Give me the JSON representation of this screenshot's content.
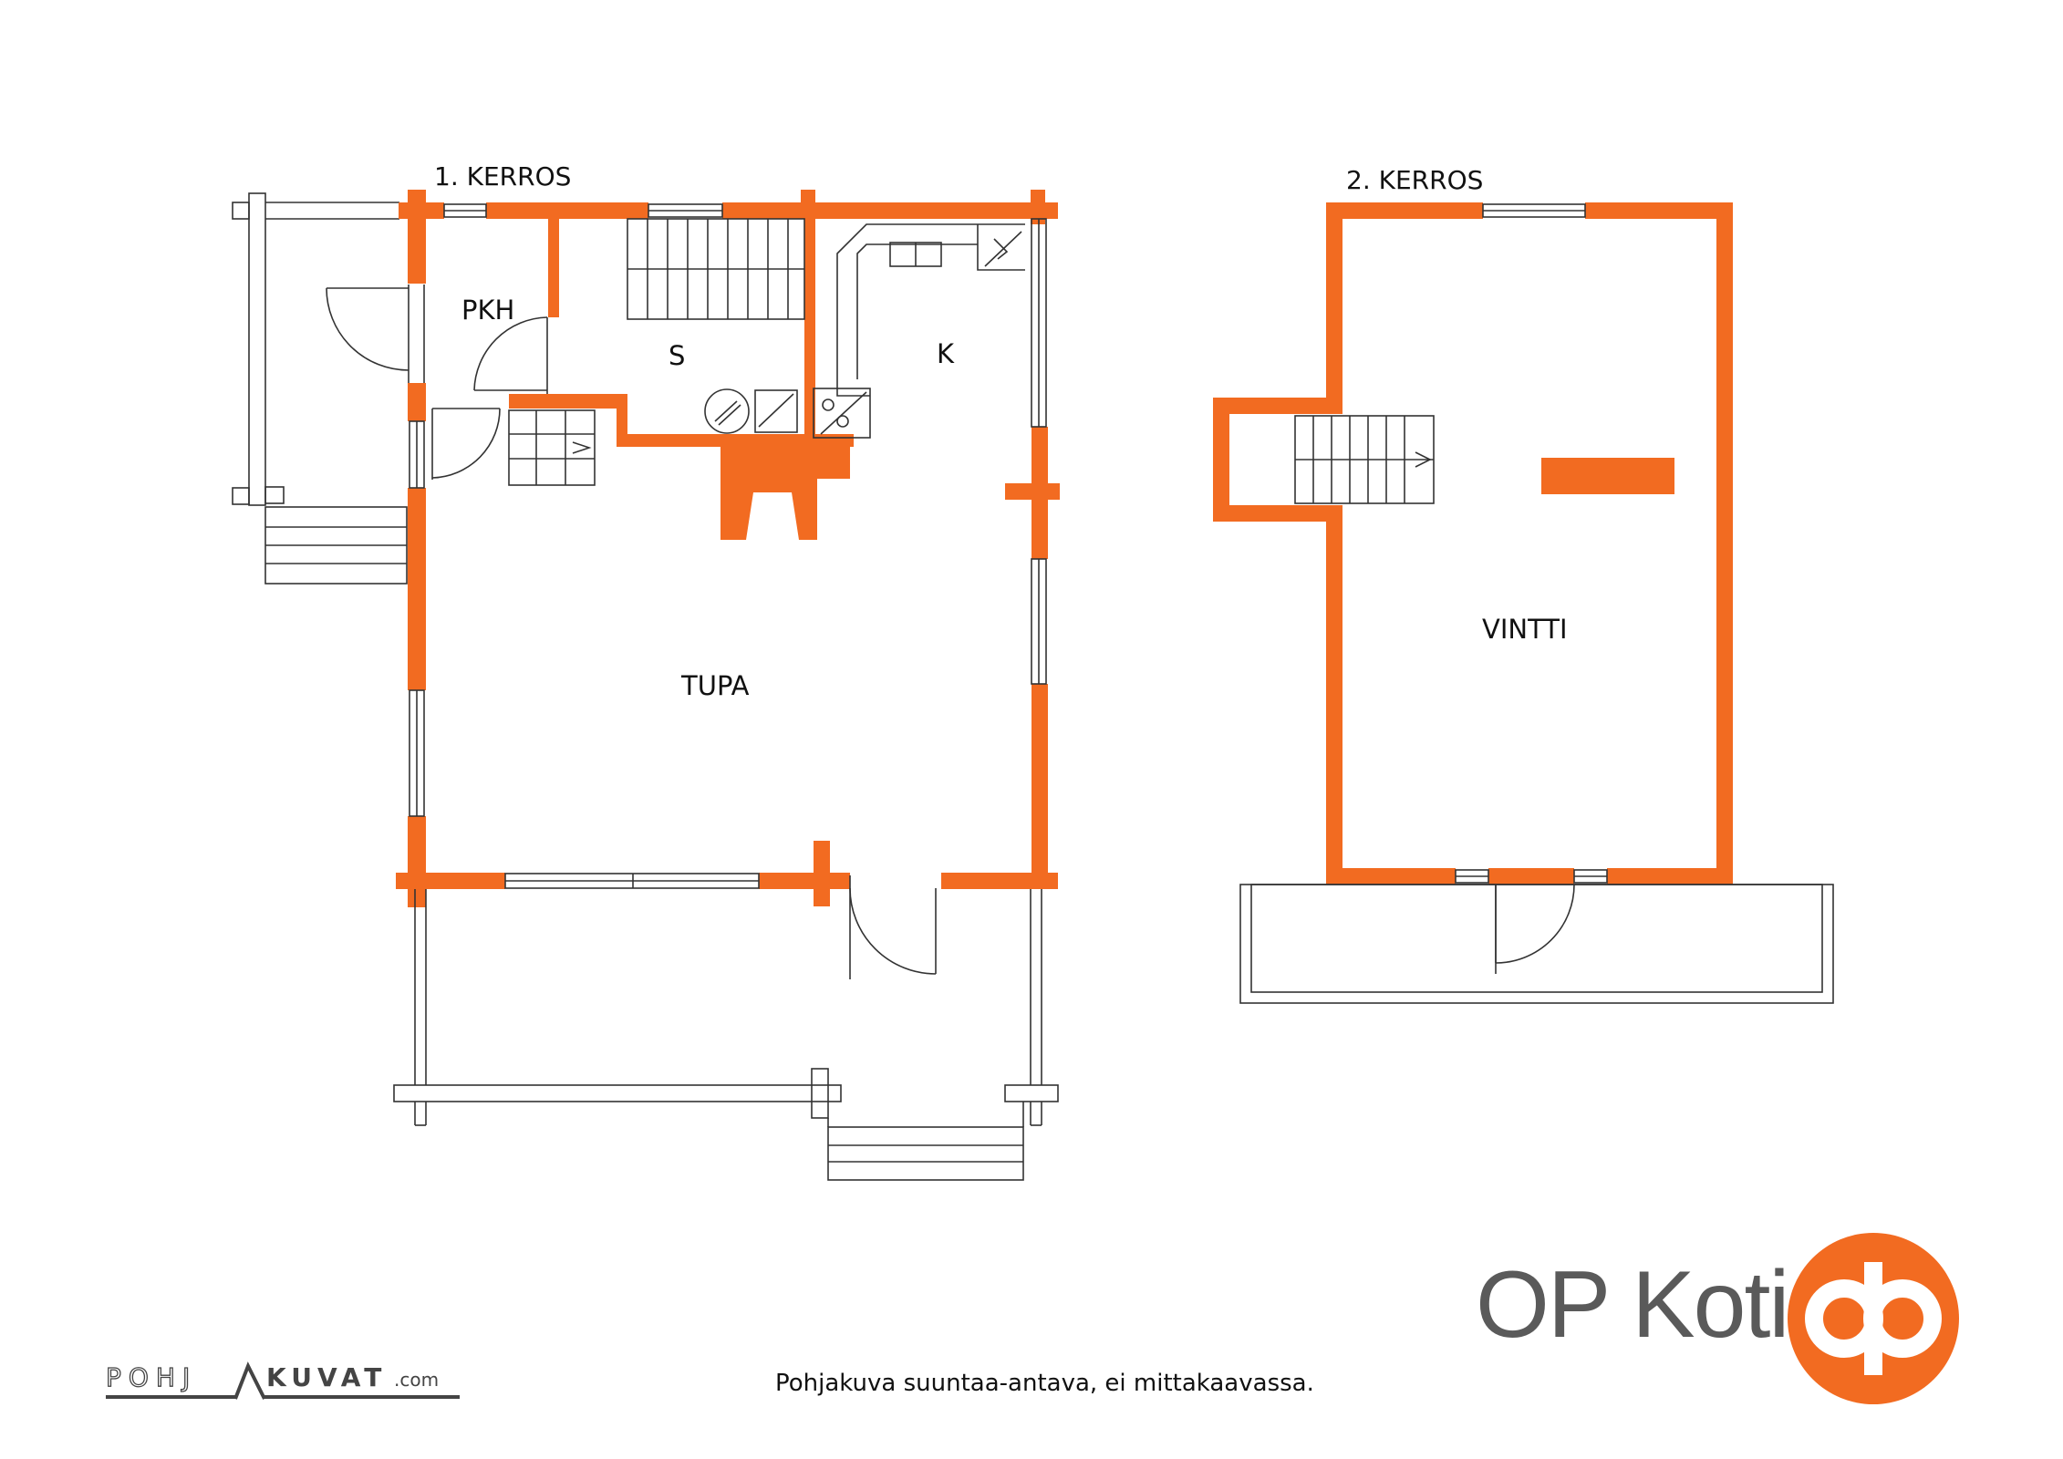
{
  "floors": [
    {
      "title": "1. KERROS",
      "rooms": [
        "PKH",
        "S",
        "K",
        "TUPA"
      ]
    },
    {
      "title": "2. KERROS",
      "rooms": [
        "VINTTI"
      ]
    }
  ],
  "footer": {
    "disclaimer": "Pohjakuva suuntaa-antava, ei mittakaavassa.",
    "brand_name": "OP Koti",
    "drawer_logo": {
      "part1": "POHJ",
      "part2": "KUVAT",
      "suffix": ".com"
    }
  },
  "colors": {
    "wall": "#f26b21",
    "brand": "#f26b21",
    "brand_text": "#5a5a5a"
  }
}
